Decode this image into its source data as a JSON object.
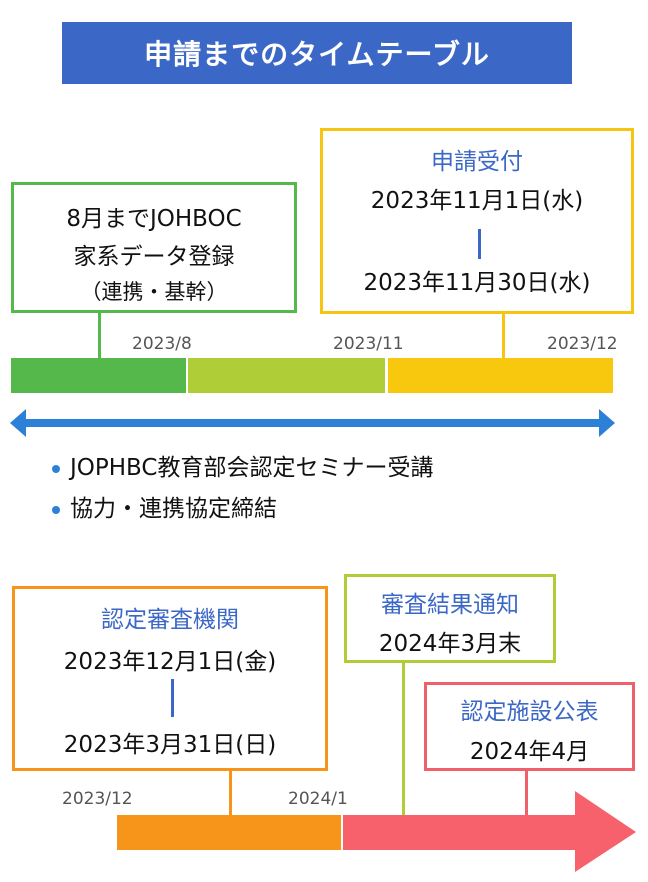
{
  "title": "申請までのタイムテーブル",
  "top_timeline": {
    "box_registration": {
      "lines": [
        "8月までJOHBOC",
        "家系データ登録",
        "（連携・基幹）"
      ]
    },
    "box_application": {
      "heading": "申請受付",
      "start": "2023年11月1日(水)",
      "end": "2023年11月30日(水)"
    },
    "ticks": [
      "2023/8",
      "2023/11",
      "2023/12"
    ],
    "bullets": [
      "JOPHBC教育部会認定セミナー受講",
      "協力・連携協定締結"
    ]
  },
  "bottom_timeline": {
    "box_review": {
      "heading": "認定審査機関",
      "start": "2023年12月1日(金)",
      "end": "2023年3月31日(日)"
    },
    "box_result": {
      "heading": "審査結果通知",
      "date": "2024年3月末"
    },
    "box_publish": {
      "heading": "認定施設公表",
      "date": "2024年4月"
    },
    "ticks": [
      "2023/12",
      "2024/1"
    ]
  },
  "colors": {
    "title": "#3b67c6",
    "green": "#55b84a",
    "light_green": "#aecd36",
    "yellow": "#f8c80f",
    "orange": "#f6951a",
    "red": "#f6616b",
    "arrow": "#2d80d8"
  }
}
